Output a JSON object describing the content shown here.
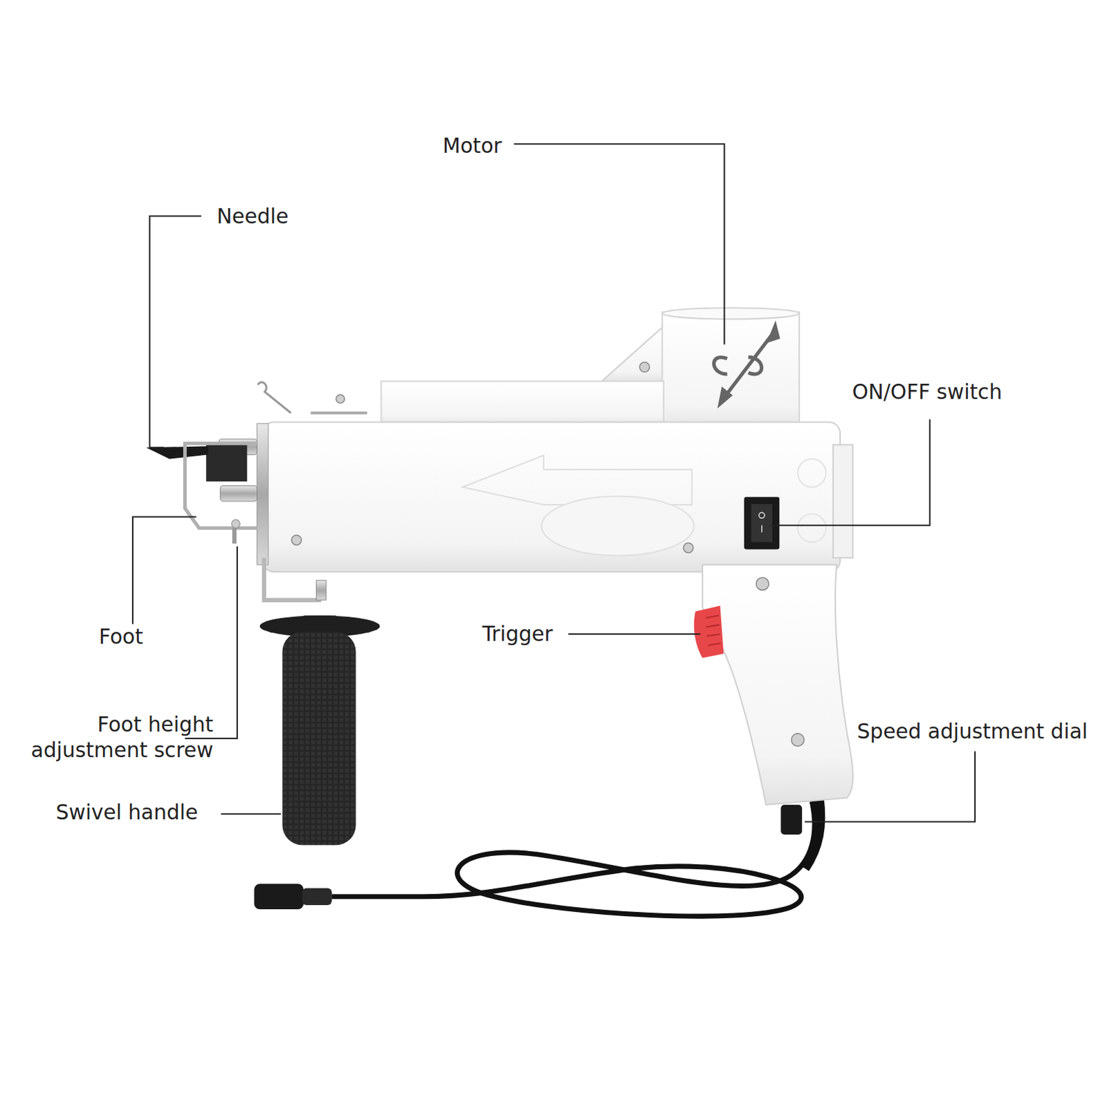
{
  "diagram": {
    "labels": [
      "Motor",
      "Needle",
      "ON/OFF switch",
      "Foot",
      "Foot height adjustment screw",
      "Trigger",
      "Swivel handle",
      "Speed adjustment dial"
    ]
  }
}
